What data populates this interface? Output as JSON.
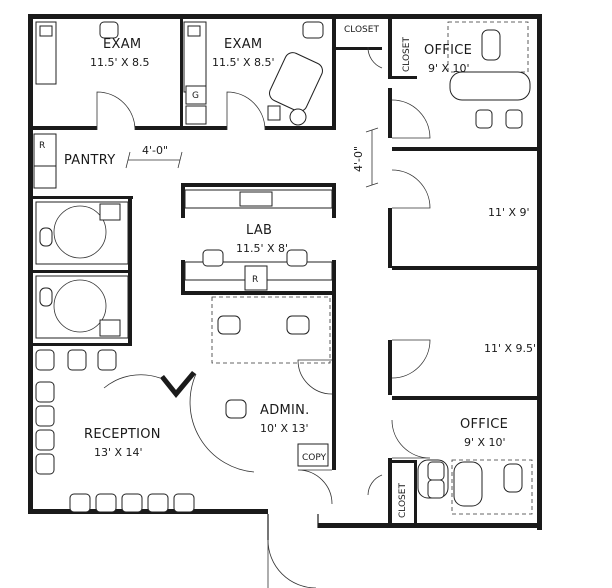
{
  "rooms": {
    "exam1": {
      "name": "EXAM",
      "size": "11.5' X 8.5"
    },
    "exam2": {
      "name": "EXAM",
      "size": "11.5' X 8.5'"
    },
    "closet_top": {
      "name": "CLOSET"
    },
    "closet_top_vertical": {
      "name": "CLOSET"
    },
    "office_top": {
      "name": "OFFICE",
      "size": "9' X 10'"
    },
    "pantry": {
      "name": "PANTRY"
    },
    "lab": {
      "name": "LAB",
      "size": "11.5' X 8'"
    },
    "room_a": {
      "size": "11' X 9'"
    },
    "room_b": {
      "size": "11' X 9.5'"
    },
    "admin": {
      "name": "ADMIN.",
      "size": "10' X 13'"
    },
    "office_bottom": {
      "name": "OFFICE",
      "size": "9' X 10'"
    },
    "reception": {
      "name": "RECEPTION",
      "size": "13' X 14'"
    },
    "closet_bottom": {
      "name": "CLOSET"
    }
  },
  "dimensions": {
    "corridor_horizontal": "4'-0\"",
    "corridor_vertical": "4'-0\""
  },
  "fixtures": {
    "copy": "COPY",
    "refrigerator": "R",
    "refrigerator_pantry": "R",
    "exam_cabinet": "G"
  }
}
